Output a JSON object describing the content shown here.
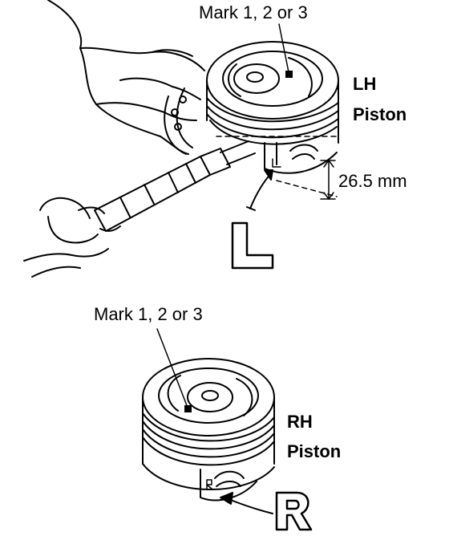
{
  "top": {
    "mark_label": "Mark 1, 2 or 3",
    "side_line1": "LH",
    "side_line2": "Piston",
    "dimension": "26.5 mm",
    "letter": "L"
  },
  "bottom": {
    "mark_label": "Mark 1, 2 or 3",
    "side_line1": "RH",
    "side_line2": "Piston",
    "letter": "R"
  },
  "colors": {
    "ink": "#000000",
    "paper": "#ffffff"
  }
}
